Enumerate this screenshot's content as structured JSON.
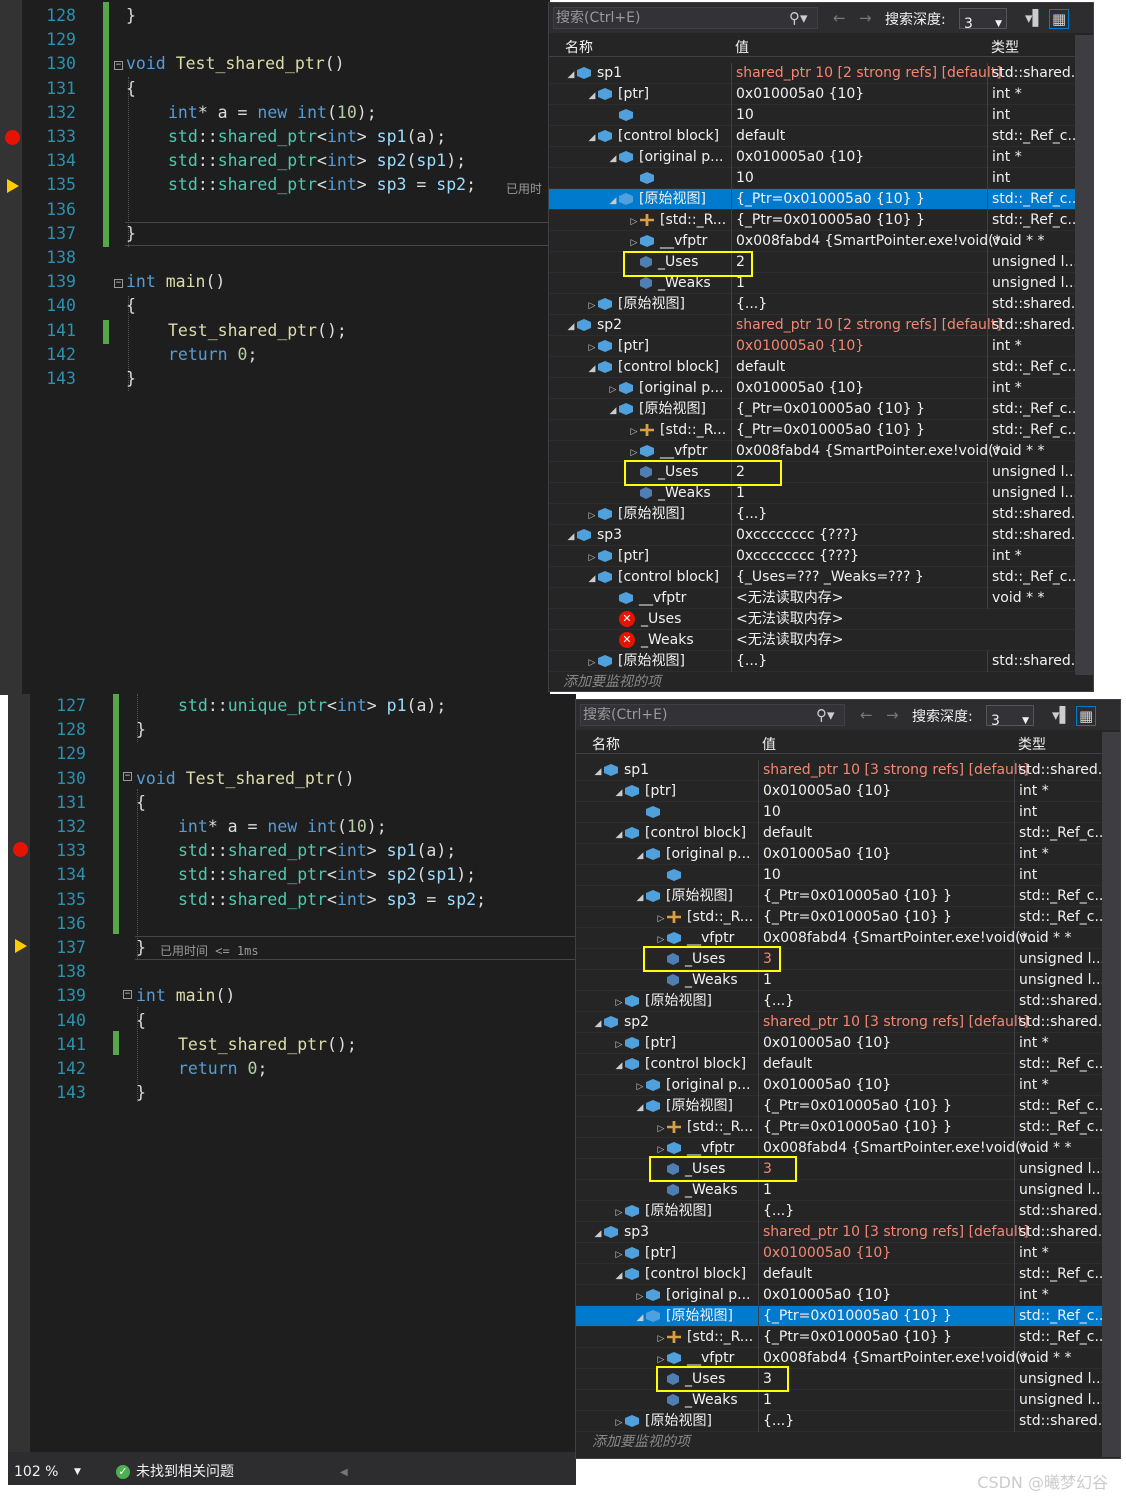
{
  "top_editor": {
    "lines": [
      {
        "n": "128",
        "code": "}"
      },
      {
        "n": "129",
        "code": ""
      },
      {
        "n": "130",
        "code": "void Test_shared_ptr()"
      },
      {
        "n": "131",
        "code": "{"
      },
      {
        "n": "132",
        "code": "int* a = new int(10);"
      },
      {
        "n": "133",
        "code": "std::shared_ptr<int> sp1(a);"
      },
      {
        "n": "134",
        "code": "std::shared_ptr<int> sp2(sp1);"
      },
      {
        "n": "135",
        "code": "std::shared_ptr<int> sp3 = sp2;"
      },
      {
        "n": "136",
        "code": ""
      },
      {
        "n": "137",
        "code": "}"
      },
      {
        "n": "138",
        "code": ""
      },
      {
        "n": "139",
        "code": "int main()"
      },
      {
        "n": "140",
        "code": "{"
      },
      {
        "n": "141",
        "code": "Test_shared_ptr();"
      },
      {
        "n": "142",
        "code": "return 0;"
      },
      {
        "n": "143",
        "code": "}"
      }
    ],
    "elapsed_hint": "已用时"
  },
  "bottom_editor": {
    "lines": [
      {
        "n": "127",
        "code": "std::unique_ptr<int> p1(a);"
      },
      {
        "n": "128",
        "code": "}"
      },
      {
        "n": "129",
        "code": ""
      },
      {
        "n": "130",
        "code": "void Test_shared_ptr()"
      },
      {
        "n": "131",
        "code": "{"
      },
      {
        "n": "132",
        "code": "int* a = new int(10);"
      },
      {
        "n": "133",
        "code": "std::shared_ptr<int> sp1(a);"
      },
      {
        "n": "134",
        "code": "std::shared_ptr<int> sp2(sp1);"
      },
      {
        "n": "135",
        "code": "std::shared_ptr<int> sp3 = sp2;"
      },
      {
        "n": "136",
        "code": ""
      },
      {
        "n": "137",
        "code": "}"
      },
      {
        "n": "138",
        "code": ""
      },
      {
        "n": "139",
        "code": "int main()"
      },
      {
        "n": "140",
        "code": "{"
      },
      {
        "n": "141",
        "code": "Test_shared_ptr();"
      },
      {
        "n": "142",
        "code": "return 0;"
      },
      {
        "n": "143",
        "code": "}"
      }
    ],
    "elapsed_hint": "已用时间 <= 1ms"
  },
  "watch": {
    "search_placeholder": "搜索(Ctrl+E)",
    "search_depth_label": "搜索深度:",
    "search_depth_value": "3",
    "col_name": "名称",
    "col_value": "值",
    "col_type": "类型",
    "add_watch": "添加要监视的项"
  },
  "status": {
    "zoom": "102 %",
    "issues": "未找到相关问题"
  },
  "credit": "CSDN @曦梦幻谷",
  "colors": {
    "accent": "#007acc",
    "highlight": "#ffff00",
    "error": "#e51400"
  },
  "watch1_rows": [
    {
      "d": 0,
      "exp": "open",
      "ic": "cube",
      "name": "sp1",
      "val": "shared_ptr 10 [2 strong refs] [default]",
      "red": true,
      "type": "std::shared..."
    },
    {
      "d": 1,
      "exp": "open",
      "ic": "cube",
      "name": "[ptr]",
      "val": "0x010005a0 {10}",
      "type": "int *"
    },
    {
      "d": 2,
      "exp": "",
      "ic": "cube",
      "name": "",
      "val": "10",
      "type": "int"
    },
    {
      "d": 1,
      "exp": "open",
      "ic": "cube",
      "name": "[control block]",
      "val": "default",
      "type": "std::_Ref_c..."
    },
    {
      "d": 2,
      "exp": "open",
      "ic": "cube",
      "name": "[original p...",
      "val": "0x010005a0 {10}",
      "type": "int *"
    },
    {
      "d": 3,
      "exp": "",
      "ic": "cube",
      "name": "",
      "val": "10",
      "type": "int"
    },
    {
      "d": 2,
      "exp": "open",
      "ic": "cube",
      "name": "[原始视图]",
      "val": "{_Ptr=0x010005a0 {10} }",
      "type": "std::_Ref_c...",
      "sel": true
    },
    {
      "d": 3,
      "exp": "closed",
      "ic": "base",
      "name": "[std::_R...",
      "val": "{_Ptr=0x010005a0 {10} }",
      "type": "std::_Ref_c..."
    },
    {
      "d": 3,
      "exp": "closed",
      "ic": "cube",
      "name": "__vfptr",
      "val": "0x008fabd4 {SmartPointer.exe!void(*...",
      "type": "void * *"
    },
    {
      "d": 3,
      "exp": "",
      "ic": "priv",
      "name": "_Uses",
      "val": "2",
      "type": "unsigned l..."
    },
    {
      "d": 3,
      "exp": "",
      "ic": "priv",
      "name": "_Weaks",
      "val": "1",
      "type": "unsigned l..."
    },
    {
      "d": 1,
      "exp": "closed",
      "ic": "cube",
      "name": "[原始视图]",
      "val": "{...}",
      "type": "std::shared..."
    },
    {
      "d": 0,
      "exp": "open",
      "ic": "cube",
      "name": "sp2",
      "val": "shared_ptr 10 [2 strong refs] [default]",
      "red": true,
      "type": "std::shared..."
    },
    {
      "d": 1,
      "exp": "closed",
      "ic": "cube",
      "name": "[ptr]",
      "val": "0x010005a0 {10}",
      "red": true,
      "type": "int *"
    },
    {
      "d": 1,
      "exp": "open",
      "ic": "cube",
      "name": "[control block]",
      "val": "default",
      "type": "std::_Ref_c..."
    },
    {
      "d": 2,
      "exp": "closed",
      "ic": "cube",
      "name": "[original p...",
      "val": "0x010005a0 {10}",
      "type": "int *"
    },
    {
      "d": 2,
      "exp": "open",
      "ic": "cube",
      "name": "[原始视图]",
      "val": "{_Ptr=0x010005a0 {10} }",
      "type": "std::_Ref_c..."
    },
    {
      "d": 3,
      "exp": "closed",
      "ic": "base",
      "name": "[std::_R...",
      "val": "{_Ptr=0x010005a0 {10} }",
      "type": "std::_Ref_c..."
    },
    {
      "d": 3,
      "exp": "closed",
      "ic": "cube",
      "name": "__vfptr",
      "val": "0x008fabd4 {SmartPointer.exe!void(*...",
      "type": "void * *"
    },
    {
      "d": 3,
      "exp": "",
      "ic": "priv",
      "name": "_Uses",
      "val": "2",
      "type": "unsigned l..."
    },
    {
      "d": 3,
      "exp": "",
      "ic": "priv",
      "name": "_Weaks",
      "val": "1",
      "type": "unsigned l..."
    },
    {
      "d": 1,
      "exp": "closed",
      "ic": "cube",
      "name": "[原始视图]",
      "val": "{...}",
      "type": "std::shared..."
    },
    {
      "d": 0,
      "exp": "open",
      "ic": "cube",
      "name": "sp3",
      "val": "0xcccccccc {???}",
      "type": "std::shared..."
    },
    {
      "d": 1,
      "exp": "closed",
      "ic": "cube",
      "name": "[ptr]",
      "val": "0xcccccccc {???}",
      "type": "int *"
    },
    {
      "d": 1,
      "exp": "open",
      "ic": "cube",
      "name": "[control block]",
      "val": "{_Uses=??? _Weaks=??? }",
      "type": "std::_Ref_c..."
    },
    {
      "d": 2,
      "exp": "",
      "ic": "cube",
      "name": "__vfptr",
      "val": "<无法读取内存>",
      "type": "void * *"
    },
    {
      "d": 2,
      "exp": "",
      "ic": "err",
      "name": "_Uses",
      "val": "<无法读取内存>",
      "type": ""
    },
    {
      "d": 2,
      "exp": "",
      "ic": "err",
      "name": "_Weaks",
      "val": "<无法读取内存>",
      "type": ""
    },
    {
      "d": 1,
      "exp": "closed",
      "ic": "cube",
      "name": "[原始视图]",
      "val": "{...}",
      "type": "std::shared..."
    }
  ],
  "watch2_rows": [
    {
      "d": 0,
      "exp": "open",
      "ic": "cube",
      "name": "sp1",
      "val": "shared_ptr 10 [3 strong refs] [default]",
      "red": true,
      "type": "std::shared..."
    },
    {
      "d": 1,
      "exp": "open",
      "ic": "cube",
      "name": "[ptr]",
      "val": "0x010005a0 {10}",
      "type": "int *"
    },
    {
      "d": 2,
      "exp": "",
      "ic": "cube",
      "name": "",
      "val": "10",
      "type": "int"
    },
    {
      "d": 1,
      "exp": "open",
      "ic": "cube",
      "name": "[control block]",
      "val": "default",
      "type": "std::_Ref_c..."
    },
    {
      "d": 2,
      "exp": "open",
      "ic": "cube",
      "name": "[original p...",
      "val": "0x010005a0 {10}",
      "type": "int *"
    },
    {
      "d": 3,
      "exp": "",
      "ic": "cube",
      "name": "",
      "val": "10",
      "type": "int"
    },
    {
      "d": 2,
      "exp": "open",
      "ic": "cube",
      "name": "[原始视图]",
      "val": "{_Ptr=0x010005a0 {10} }",
      "type": "std::_Ref_c..."
    },
    {
      "d": 3,
      "exp": "closed",
      "ic": "base",
      "name": "[std::_R...",
      "val": "{_Ptr=0x010005a0 {10} }",
      "type": "std::_Ref_c..."
    },
    {
      "d": 3,
      "exp": "closed",
      "ic": "cube",
      "name": "__vfptr",
      "val": "0x008fabd4 {SmartPointer.exe!void(*...",
      "type": "void * *"
    },
    {
      "d": 3,
      "exp": "",
      "ic": "priv",
      "name": "_Uses",
      "val": "3",
      "red": true,
      "type": "unsigned l..."
    },
    {
      "d": 3,
      "exp": "",
      "ic": "priv",
      "name": "_Weaks",
      "val": "1",
      "type": "unsigned l..."
    },
    {
      "d": 1,
      "exp": "closed",
      "ic": "cube",
      "name": "[原始视图]",
      "val": "{...}",
      "type": "std::shared..."
    },
    {
      "d": 0,
      "exp": "open",
      "ic": "cube",
      "name": "sp2",
      "val": "shared_ptr 10 [3 strong refs] [default]",
      "red": true,
      "type": "std::shared..."
    },
    {
      "d": 1,
      "exp": "closed",
      "ic": "cube",
      "name": "[ptr]",
      "val": "0x010005a0 {10}",
      "type": "int *"
    },
    {
      "d": 1,
      "exp": "open",
      "ic": "cube",
      "name": "[control block]",
      "val": "default",
      "type": "std::_Ref_c..."
    },
    {
      "d": 2,
      "exp": "closed",
      "ic": "cube",
      "name": "[original p...",
      "val": "0x010005a0 {10}",
      "type": "int *"
    },
    {
      "d": 2,
      "exp": "open",
      "ic": "cube",
      "name": "[原始视图]",
      "val": "{_Ptr=0x010005a0 {10} }",
      "type": "std::_Ref_c..."
    },
    {
      "d": 3,
      "exp": "closed",
      "ic": "base",
      "name": "[std::_R...",
      "val": "{_Ptr=0x010005a0 {10} }",
      "type": "std::_Ref_c..."
    },
    {
      "d": 3,
      "exp": "closed",
      "ic": "cube",
      "name": "__vfptr",
      "val": "0x008fabd4 {SmartPointer.exe!void(*...",
      "type": "void * *"
    },
    {
      "d": 3,
      "exp": "",
      "ic": "priv",
      "name": "_Uses",
      "val": "3",
      "red": true,
      "type": "unsigned l..."
    },
    {
      "d": 3,
      "exp": "",
      "ic": "priv",
      "name": "_Weaks",
      "val": "1",
      "type": "unsigned l..."
    },
    {
      "d": 1,
      "exp": "closed",
      "ic": "cube",
      "name": "[原始视图]",
      "val": "{...}",
      "type": "std::shared..."
    },
    {
      "d": 0,
      "exp": "open",
      "ic": "cube",
      "name": "sp3",
      "val": "shared_ptr 10 [3 strong refs] [default]",
      "red": true,
      "type": "std::shared..."
    },
    {
      "d": 1,
      "exp": "closed",
      "ic": "cube",
      "name": "[ptr]",
      "val": "0x010005a0 {10}",
      "red": true,
      "type": "int *"
    },
    {
      "d": 1,
      "exp": "open",
      "ic": "cube",
      "name": "[control block]",
      "val": "default",
      "type": "std::_Ref_c..."
    },
    {
      "d": 2,
      "exp": "closed",
      "ic": "cube",
      "name": "[original p...",
      "val": "0x010005a0 {10}",
      "type": "int *"
    },
    {
      "d": 2,
      "exp": "open",
      "ic": "cube",
      "name": "[原始视图]",
      "val": "{_Ptr=0x010005a0 {10} }",
      "type": "std::_Ref_c...",
      "sel": true
    },
    {
      "d": 3,
      "exp": "closed",
      "ic": "base",
      "name": "[std::_R...",
      "val": "{_Ptr=0x010005a0 {10} }",
      "type": "std::_Ref_c..."
    },
    {
      "d": 3,
      "exp": "closed",
      "ic": "cube",
      "name": "__vfptr",
      "val": "0x008fabd4 {SmartPointer.exe!void(*...",
      "type": "void * *"
    },
    {
      "d": 3,
      "exp": "",
      "ic": "priv",
      "name": "_Uses",
      "val": "3",
      "type": "unsigned l..."
    },
    {
      "d": 3,
      "exp": "",
      "ic": "priv",
      "name": "_Weaks",
      "val": "1",
      "type": "unsigned l..."
    },
    {
      "d": 1,
      "exp": "closed",
      "ic": "cube",
      "name": "[原始视图]",
      "val": "{...}",
      "type": "std::shared..."
    }
  ]
}
